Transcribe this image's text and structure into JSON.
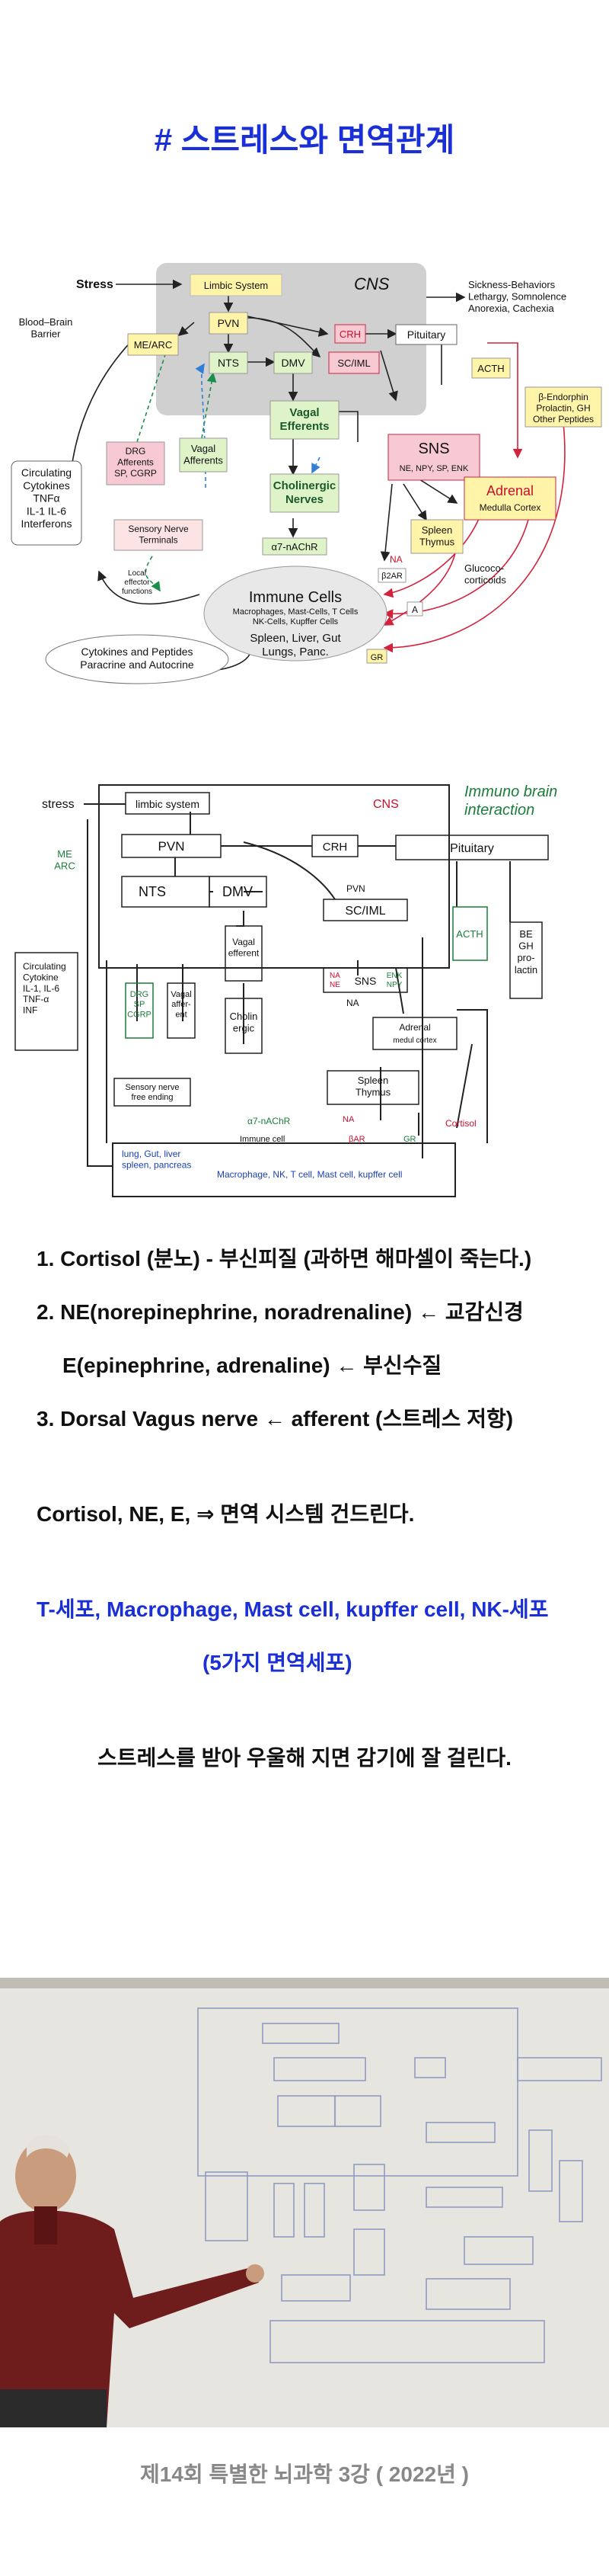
{
  "title": "# 스트레스와 면역관계",
  "diagram1": {
    "cns": "CNS",
    "stress": "Stress",
    "bbb": "Blood–Brain\nBarrier",
    "limbic": "Limbic System",
    "pvn": "PVN",
    "mearc": "ME/ARC",
    "nts": "NTS",
    "dmv": "DMV",
    "crh": "CRH",
    "pituitary": "Pituitary",
    "sciml": "SC/IML",
    "acth": "ACTH",
    "sickness": "Sickness-Behaviors\nLethargy, Somnolence\nAnorexia, Cachexia",
    "beta": "β-Endorphin\nProlactin, GH\nOther Peptides",
    "drg": "DRG\nAfferents\nSP, CGRP",
    "vagal_aff": "Vagal\nAfferents",
    "vagal_eff": "Vagal\nEfferents",
    "cholinergic": "Cholinergic\nNerves",
    "sns": "SNS",
    "sns_sub": "NE, NPY, SP, ENK",
    "adrenal": "Adrenal",
    "adrenal_sub": "Medulla    Cortex",
    "spleen": "Spleen\nThymus",
    "cytokines": "Circulating\nCytokines\nTNFα\nIL-1  IL-6\nInterferons",
    "sensory": "Sensory Nerve\nTerminals",
    "local": "Local\neffector\nfunctions",
    "a7": "α7-nAChR",
    "na": "NA",
    "b2ar": "β2AR",
    "immune": "Immune Cells",
    "immune_sub": "Macrophages, Mast-Cells, T Cells\nNK-Cells, Kupffer Cells",
    "immune_loc": "Spleen, Liver, Gut\nLungs, Panc.",
    "a": "A",
    "gr": "GR",
    "glucocorticoids": "Glucoco-\ncorticoids",
    "paracrine": "Cytokines and Peptides\nParacrine and Autocrine"
  },
  "diagram2": {
    "heading": "Immuno brain\ninteraction",
    "stress": "stress",
    "limbic": "limbic system",
    "cns": "CNS",
    "mearc": "ME\nARC",
    "pvn": "PVN",
    "crh": "CRH",
    "pituitary": "Pituitary",
    "nts": "NTS",
    "dmv": "DMV",
    "sciml_pvn": "PVN",
    "sciml": "SC/IML",
    "acth": "ACTH",
    "begh": "BE\nGH\npro-\nlactin",
    "circ": "Circulating\nCytokine\nIL-1, IL-6\nTNF-α\nINF",
    "drg": "DRG\nSP\nCGRP",
    "vagal_aff": "Vagal\naffer-\nent",
    "vagal_eff": "Vagal\nefferent",
    "cholin": "Cholin\nergic",
    "sns": "SNS",
    "sns_ne": "NA\nNE",
    "sns_enk": "ENK\nNPY",
    "na": "NA",
    "adrenal": "Adrenal",
    "adrenal_sub": "medul   cortex",
    "spleen": "Spleen\nThymus",
    "sensory": "Sensory nerve\nfree ending",
    "a7": "α7-nAChR",
    "na2": "NA",
    "bar": "βAR",
    "cortisol": "Cortisol",
    "gr": "GR",
    "organs": "lung, Gut, liver\nspleen, pancreas",
    "immune_cell": "Immune cell",
    "immune_list": "Macrophage, NK, T cell, Mast cell, kupffer cell"
  },
  "notes": {
    "line1": "1. Cortisol (분노) - 부신피질 (과하면 해마셀이 죽는다.)",
    "line2": "2. NE(norepinephrine, noradrenaline) ← 교감신경",
    "line3": "E(epinephrine, adrenaline) ← 부신수질",
    "line4": "3. Dorsal Vagus nerve ← afferent   (스트레스 저항)",
    "line5": "Cortisol, NE, E, ⇒ 면역 시스템 건드린다.",
    "line6": "T-세포, Macrophage, Mast cell, kupffer cell, NK-세포",
    "line7": "(5가지 면역세포)",
    "line8": "스트레스를 받아 우울해 지면 감기에 잘 걸린다."
  },
  "caption": "제14회 특별한 뇌과학 3강 ( 2022년 )",
  "colors": {
    "title_blue": "#1a2fd6",
    "caption_gray": "#888888",
    "cns_gray": "#d0d0d0",
    "limbic_yellow": "#fff4a8",
    "vagal_green": "#dff3c9",
    "sns_pink": "#f7c9d3",
    "ink_green": "#1a7d3a",
    "ink_red": "#c8102e"
  }
}
